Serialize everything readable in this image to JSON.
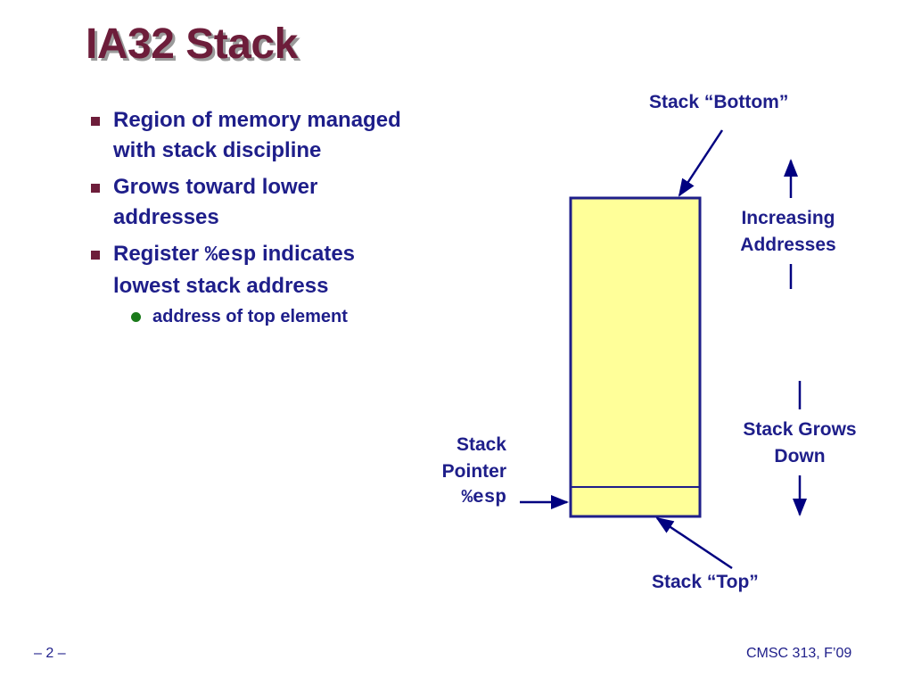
{
  "slide": {
    "title": "IA32 Stack",
    "bullets": [
      {
        "lines": [
          "Region of memory managed",
          "with stack discipline"
        ]
      },
      {
        "lines": [
          "Grows toward lower",
          "addresses"
        ]
      },
      {
        "pre": "Register ",
        "code": "%esp",
        "post": " indicates",
        "line2": "lowest  stack address"
      }
    ],
    "sub_bullet": "address of top element"
  },
  "diagram": {
    "stack_bottom_label": "Stack “Bottom”",
    "stack_top_label": "Stack “Top”",
    "increasing_addresses": [
      "Increasing",
      "Addresses"
    ],
    "stack_grows": [
      "Stack Grows",
      "Down"
    ],
    "stack_pointer": [
      "Stack",
      "Pointer"
    ],
    "stack_pointer_register": "%esp",
    "stack_fill_color": "#ffff99",
    "outline_color": "#1e1e8a"
  },
  "footer": {
    "page": "– 2 –",
    "course": "CMSC 313, F’09"
  }
}
